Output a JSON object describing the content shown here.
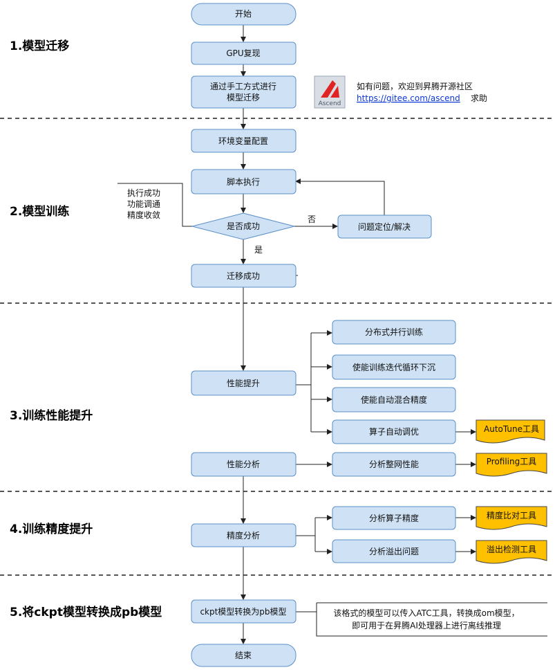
{
  "sections": [
    "1.模型迁移",
    "2.模型训练",
    "3.训练性能提升",
    "4.训练精度提升",
    "5.将ckpt模型转换成pb模型"
  ],
  "nodes": {
    "start": "开始",
    "gpu": "GPU复现",
    "migrate_l1": "通过手工方式进行",
    "migrate_l2": "模型迁移",
    "env": "环境变量配置",
    "script": "脚本执行",
    "decision": "是否成功",
    "locate": "问题定位/解决",
    "success": "迁移成功",
    "perf_up": "性能提升",
    "perf_analysis": "性能分析",
    "dist": "分布式并行训练",
    "loop": "使能训练迭代循环下沉",
    "mixed": "使能自动混合精度",
    "autotune_op": "算子自动调优",
    "net_perf": "分析整网性能",
    "acc_analysis": "精度分析",
    "op_acc": "分析算子精度",
    "overflow": "分析溢出问题",
    "convert": "ckpt模型转换为pb模型",
    "end": "结束"
  },
  "edge_labels": {
    "no": "否",
    "yes": "是"
  },
  "tools": [
    "AutoTune工具",
    "Profiling工具",
    "精度比对工具",
    "溢出检测工具"
  ],
  "logo_text": "Ascend",
  "community": {
    "line1": "如有问题，欢迎到昇腾开源社区",
    "link": "https://gitee.com/ascend",
    "suffix": "求助"
  },
  "train_note": [
    "执行成功",
    "功能调通",
    "精度收敛"
  ],
  "convert_note": [
    "该格式的模型可以传入ATC工具，转换成om模型，",
    "即可用于在昇腾AI处理器上进行离线推理"
  ]
}
